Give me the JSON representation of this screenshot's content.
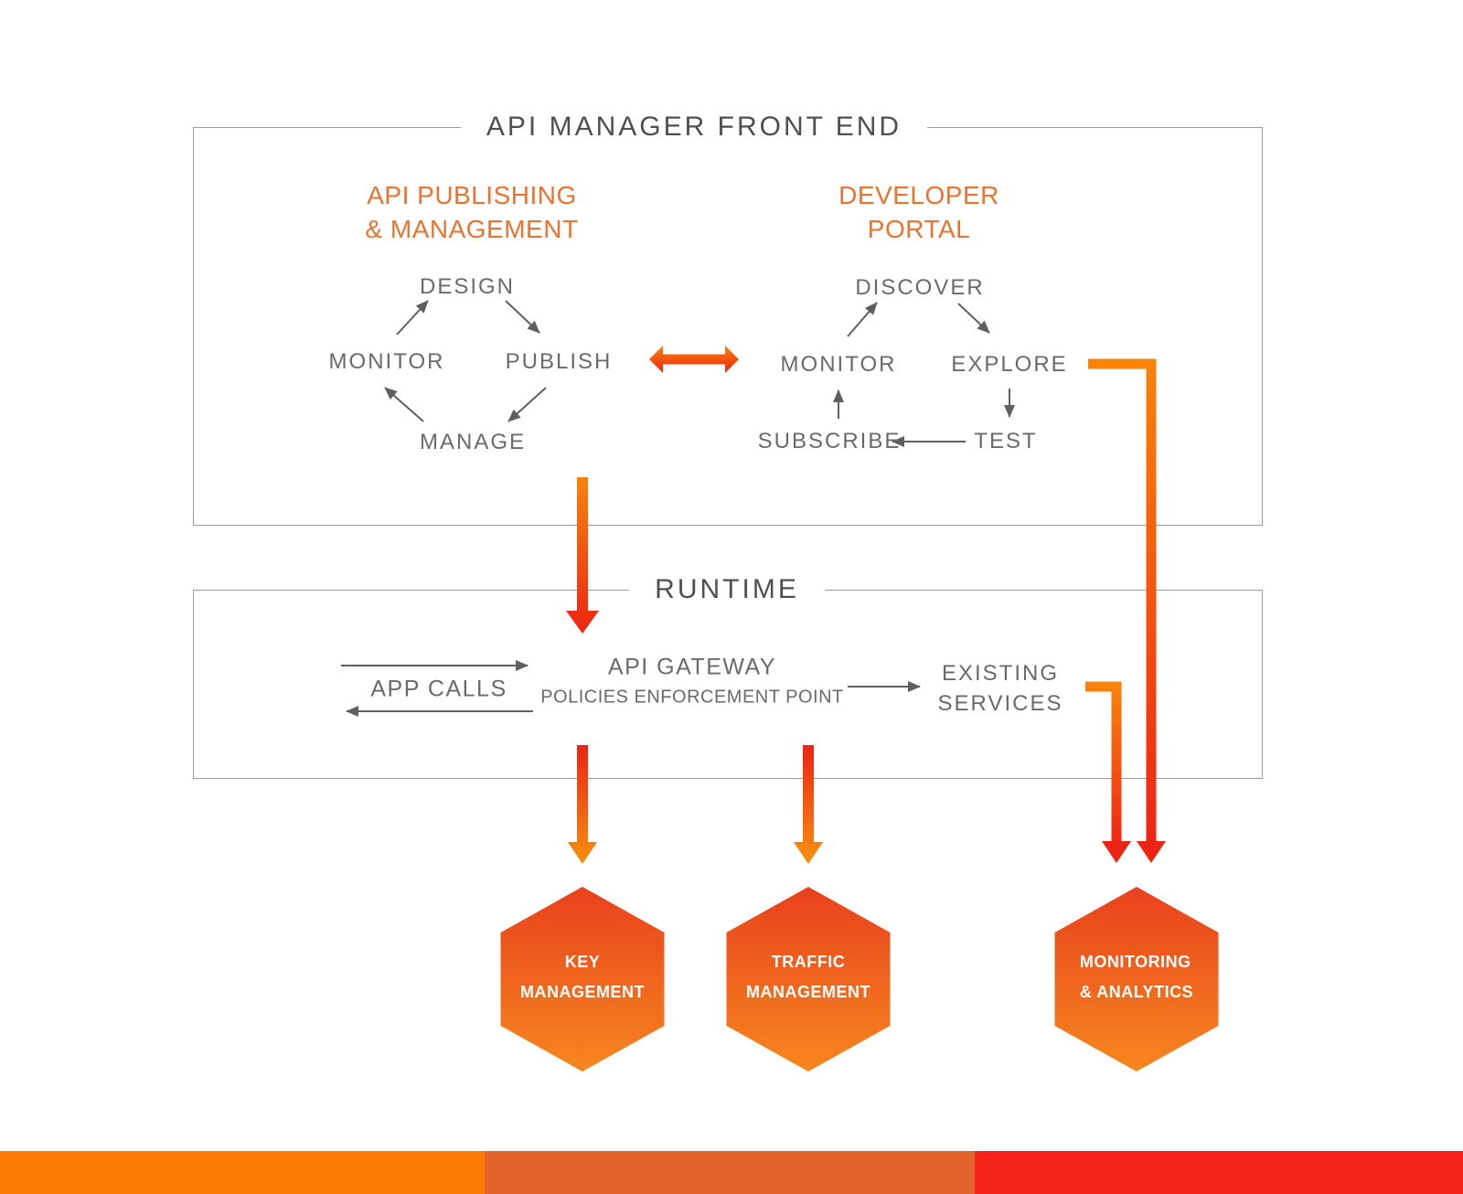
{
  "frontend": {
    "title": "API MANAGER FRONT END",
    "publishing": {
      "heading": [
        "API PUBLISHING",
        "& MANAGEMENT"
      ],
      "nodes": {
        "design": "DESIGN",
        "monitor": "MONITOR",
        "publish": "PUBLISH",
        "manage": "MANAGE"
      }
    },
    "portal": {
      "heading": [
        "DEVELOPER",
        "PORTAL"
      ],
      "nodes": {
        "discover": "DISCOVER",
        "monitor": "MONITOR",
        "explore": "EXPLORE",
        "subscribe": "SUBSCRIBE",
        "test": "TEST"
      }
    }
  },
  "runtime": {
    "title": "RUNTIME",
    "app_calls_label": "APP CALLS",
    "gateway": {
      "line1": "API GATEWAY",
      "line2": "POLICIES ENFORCEMENT POINT"
    },
    "existing_services": {
      "line1": "EXISTING",
      "line2": "SERVICES"
    }
  },
  "hexagons": {
    "key": {
      "line1": "KEY",
      "line2": "MANAGEMENT"
    },
    "traffic": {
      "line1": "TRAFFIC",
      "line2": "MANAGEMENT"
    },
    "monitoring": {
      "line1": "MONITORING",
      "line2": "& ANALYTICS"
    }
  },
  "colors": {
    "heading_orange": "#e9732f",
    "label_gray": "#6a6a6a",
    "title_gray": "#4f4f4f",
    "border_gray": "#9b9b9b",
    "gradient_orange": "#f9820b",
    "gradient_red": "#ec2414",
    "hexagon_top": "#e8411d",
    "hexagon_bottom": "#f6871e",
    "footer_segment_1": "#fb7b06",
    "footer_segment_2": "#e2642a",
    "footer_segment_3": "#f32319"
  }
}
